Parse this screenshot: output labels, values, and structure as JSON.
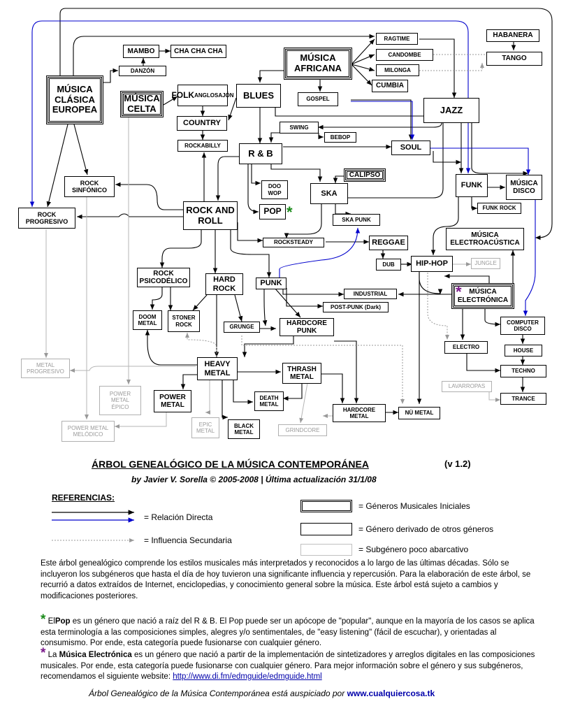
{
  "nodes": {
    "musica_clasica_europea": "MÚSICA\nCLÁSICA\nEUROPEA",
    "musica_celta": "MÚSICA\nCELTA",
    "musica_africana": "MÚSICA\nAFRICANA",
    "habanera": "HABANERA",
    "tango": "TANGO",
    "ragtime": "RAGTIME",
    "candombe": "CANDOMBE",
    "milonga": "MILONGA",
    "cumbia": "CUMBIA",
    "mambo": "MAMBO",
    "cha_cha_cha": "CHA CHA CHA",
    "danzon": "DANZÓN",
    "folk": "FOLK",
    "folk_sub": "ANGLOSAJÓN",
    "country": "COUNTRY",
    "rockabilly": "ROCKABILLY",
    "blues": "BLUES",
    "gospel": "GOSPEL",
    "jazz": "JAZZ",
    "swing": "SWING",
    "bebop": "BEBOP",
    "soul": "SOUL",
    "r_and_b": "R & B",
    "calipso": "CALIPSO",
    "doo_wop": "DOO\nWOP",
    "ska": "SKA",
    "pop": "POP",
    "ska_punk": "SKA PUNK",
    "funk": "FUNK",
    "musica_disco": "MÚSICA\nDISCO",
    "funk_rock": "FUNK ROCK",
    "musica_electroacustica": "MÚSICA\nELECTROACÚSTICA",
    "rock_sinfonico": "ROCK\nSINFÓNICO",
    "rock_progresivo": "ROCK\nPROGRESIVO",
    "rock_and_roll": "ROCK AND\nROLL",
    "rocksteady": "ROCKSTEADY",
    "reggae": "REGGAE",
    "dub": "DUB",
    "hip_hop": "HIP-HOP",
    "jungle": "JUNGLE",
    "musica_electronica": "MÚSICA\nELECTRÓNICA",
    "rock_psicodelico": "ROCK\nPSICODÉLICO",
    "hard_rock": "HARD\nROCK",
    "punk": "PUNK",
    "industrial": "INDUSTRIAL",
    "post_punk": "POST-PUNK (Dark)",
    "doom_metal": "DOOM\nMETAL",
    "stoner_rock": "STONER\nROCK",
    "grunge": "GRUNGE",
    "hardcore_punk": "HARDCORE\nPUNK",
    "computer_disco": "COMPUTER\nDISCO",
    "electro": "ELECTRO",
    "house": "HOUSE",
    "techno": "TECHNO",
    "metal_progresivo": "METAL\nPROGRESIVO",
    "heavy_metal": "HEAVY\nMETAL",
    "thrash_metal": "THRASH\nMETAL",
    "power_metal_epico": "POWER\nMETAL\nÉPICO",
    "power_metal": "POWER\nMETAL",
    "death_metal": "DEATH\nMETAL",
    "lavarropas": "LAVARROPAS",
    "trance": "TRANCE",
    "hardcore_metal": "HARDCORE\nMETAL",
    "nu_metal": "NÜ METAL",
    "power_metal_melodico": "POWER METAL\nMELÓDICO",
    "epic_metal": "EPIC\nMETAL",
    "black_metal": "BLACK\nMETAL",
    "grindcore": "GRINDCORE"
  },
  "stars": {
    "pop": "*",
    "electronica": "*"
  },
  "colors": {
    "direct": "#000000",
    "direct_blue": "#0000cc",
    "secondary": "#999999",
    "minor_border": "#b0b0b0",
    "green_star": "#1a8a1a",
    "purple_star": "#7a1a8a",
    "link": "#0000aa"
  },
  "title": "ÁRBOL GENEALÓGICO DE LA MÚSICA CONTEMPORÁNEA",
  "version": "(v 1.2)",
  "byline": "by Javier V. Sorella © 2005-2008  |  Última actualización 31/1/08",
  "references": {
    "heading": "REFERENCIAS:",
    "direct": "=  Relación Directa",
    "secondary": "=  Influencia Secundaria",
    "initial": "=   Géneros Musicales Iniciales",
    "derived": "=   Género derivado de otros géneros",
    "minor": "=   Subgénero poco abarcativo"
  },
  "description": "Este árbol genealógico comprende los estilos musicales más interpretados y reconocidos a lo largo de las últimas décadas. Sólo se incluyeron los subgéneros que hasta el día de hoy tuvieron una significante influencia y repercusión. Para la elaboración de este árbol, se recurrió a datos extraídos de Internet, enciclopedias, y conocimiento general sobre la música. Este árbol está sujeto a cambios y modificaciones posteriores.",
  "note_pop": {
    "pre": "El",
    "bold": "Pop",
    "text": " es un género que nació a raíz del R & B.  El Pop puede ser un apócope de \"popular\", aunque en la mayoría de los casos se aplica esta terminología a las composiciones simples, alegres y/o sentimentales, de \"easy listening\" (fácil de escuchar), y orientadas al consumismo. Por ende, esta categoría puede fusionarse con cualquier género."
  },
  "note_electronica": {
    "pre": "La ",
    "bold": "Música Electrónica",
    "text": " es un género que nació a partir de la implementación de sintetizadores y arreglos digitales en las composiciones musicales. Por ende, esta categoría puede fusionarse con cualquier género. Para mejor información sobre el género y sus subgéneros, recomendamos el siguiente website:  ",
    "link": "http://www.di.fm/edmguide/edmguide.html"
  },
  "sponsor": {
    "text": "Árbol Genealógico de la Música Contemporánea está auspiciado por  ",
    "link": "www.cualquiercosa.tk"
  }
}
